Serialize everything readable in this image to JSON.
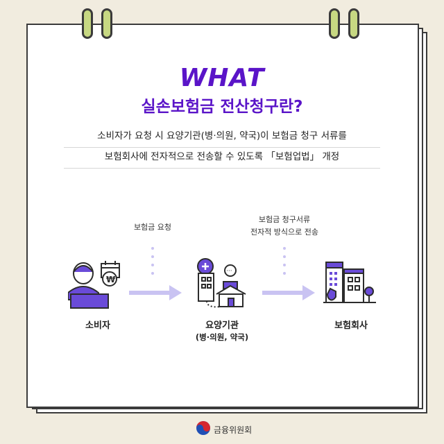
{
  "title": {
    "en": "WHAT",
    "ko": "실손보험금 전산청구란?"
  },
  "description": {
    "line1": "소비자가 요청 시 요양기관(병·의원, 약국)이 보험금 청구 서류를",
    "line2": "보험회사에 전자적으로 전송할 수 있도록 「보험업법」 개정"
  },
  "flow": {
    "step1_note": "보험금 요청",
    "step2_note_line1": "보험금 청구서류",
    "step2_note_line2": "전자적 방식으로 전송",
    "nodes": [
      {
        "label": "소비자",
        "sublabel": "",
        "icon": "consumer-icon"
      },
      {
        "label": "요양기관",
        "sublabel": "(병·의원, 약국)",
        "icon": "hospital-icon"
      },
      {
        "label": "보험회사",
        "sublabel": "",
        "icon": "insurance-company-icon"
      }
    ]
  },
  "footer": {
    "org": "금융위원회"
  },
  "colors": {
    "accent": "#5a14c8",
    "arrow": "#c9c3f2",
    "ring": "#c7d882",
    "background": "#f1ecdf"
  }
}
